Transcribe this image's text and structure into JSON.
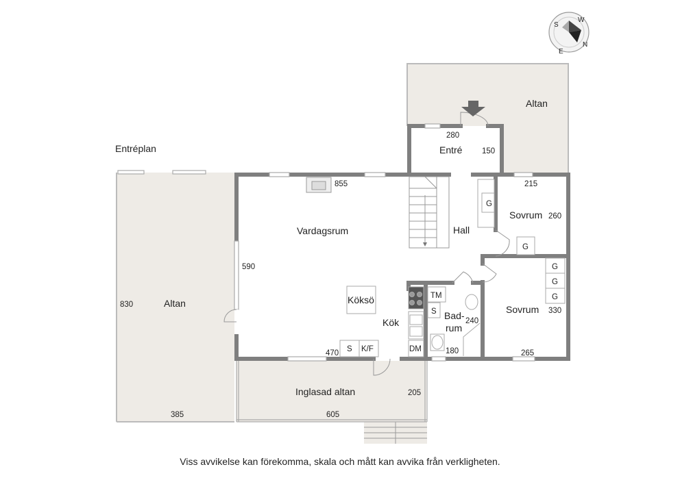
{
  "level_label": "Entréplan",
  "disclaimer": "Viss avvikelse kan förekomma, skala och mått kan avvika från verkligheten.",
  "compass": {
    "n": "N",
    "s": "S",
    "e": "E",
    "w": "W"
  },
  "rooms": {
    "altan_west": "Altan",
    "altan_north": "Altan",
    "entre": "Entré",
    "vardagsrum": "Vardagsrum",
    "hall": "Hall",
    "sovrum_1": "Sovrum",
    "sovrum_2": "Sovrum",
    "koksö": "Köksö",
    "kok": "Kök",
    "badrum_1": "Bad-",
    "badrum_2": "rum",
    "inglasad_altan": "Inglasad altan"
  },
  "dimensions": {
    "altan_west_height": "830",
    "altan_west_width": "385",
    "entre_width": "280",
    "entre_height": "150",
    "vardagsrum_width": "855",
    "vardagsrum_height": "590",
    "sovrum_1_width": "215",
    "sovrum_1_height": "260",
    "sovrum_2_height": "330",
    "sovrum_2_width": "265",
    "badrum_height": "240",
    "badrum_width": "180",
    "kok_width": "470",
    "inglasad_height": "205",
    "inglasad_width": "605"
  },
  "fixtures": {
    "wardrobe_hall": "G",
    "wardrobe_sovrum_1": "G",
    "wardrobe_sovrum_2": [
      "G",
      "G",
      "G"
    ],
    "tm": "TM",
    "bath_s": "S",
    "kitchen_s": "S",
    "kf": "K/F",
    "dm": "DM"
  }
}
